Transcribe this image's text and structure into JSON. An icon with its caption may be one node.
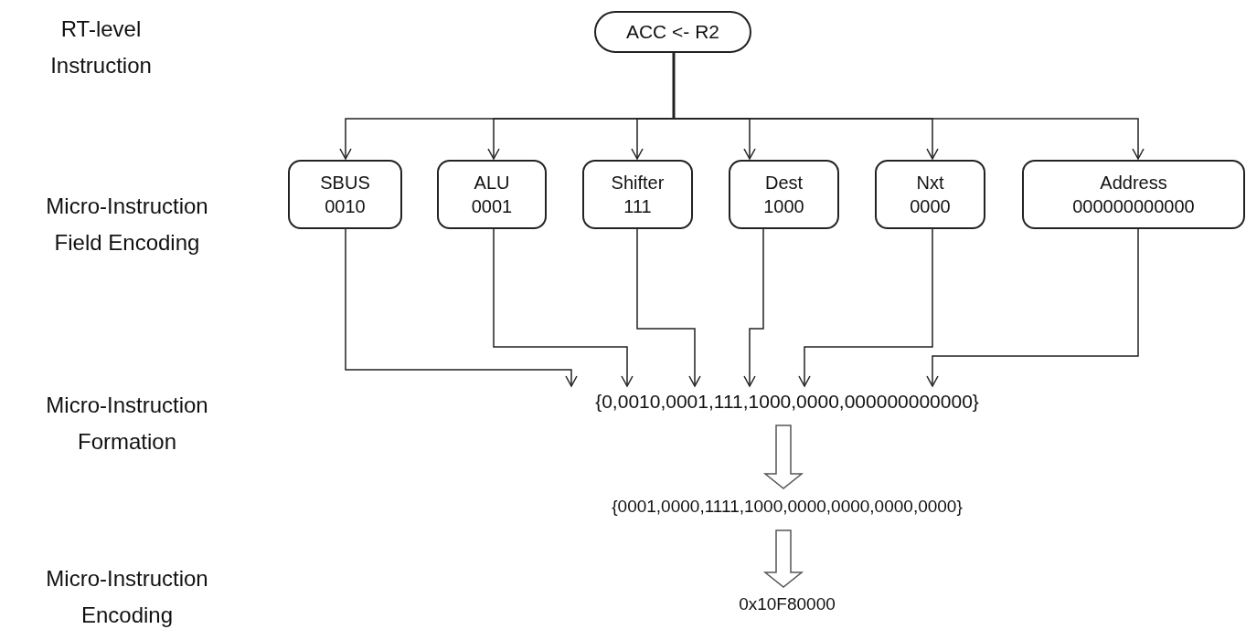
{
  "diagram": {
    "nodes": [
      {
        "text": [
          "ACC <- R2"
        ]
      },
      {
        "text": [
          "SBUS",
          "0010"
        ]
      },
      {
        "text": [
          "ALU",
          "0001"
        ]
      },
      {
        "text": [
          "Shifter",
          "111"
        ]
      },
      {
        "text": [
          "Dest",
          "1000"
        ]
      },
      {
        "text": [
          "Nxt",
          "0000"
        ]
      },
      {
        "text": [
          "Address",
          "000000000000"
        ]
      },
      {
        "text": [
          "{0,0010,0001,111,1000,0000,000000000000}"
        ]
      },
      {
        "text": [
          "{0001,0000,1111,1000,0000,0000,0000,0000}"
        ]
      },
      {
        "text": [
          "0x10F80000"
        ]
      }
    ],
    "edges": [
      {
        "from": 0,
        "to": 1,
        "arrow": "to"
      },
      {
        "from": 0,
        "to": 2,
        "arrow": "to"
      },
      {
        "from": 0,
        "to": 3,
        "arrow": "to"
      },
      {
        "from": 0,
        "to": 4,
        "arrow": "to"
      },
      {
        "from": 0,
        "to": 5,
        "arrow": "to"
      },
      {
        "from": 0,
        "to": 6,
        "arrow": "to"
      },
      {
        "from": 1,
        "to": 7,
        "arrow": "to"
      },
      {
        "from": 2,
        "to": 7,
        "arrow": "to"
      },
      {
        "from": 3,
        "to": 7,
        "arrow": "to"
      },
      {
        "from": 4,
        "to": 7,
        "arrow": "to"
      },
      {
        "from": 5,
        "to": 7,
        "arrow": "to"
      },
      {
        "from": 6,
        "to": 7,
        "arrow": "to"
      },
      {
        "from": 7,
        "to": 8,
        "arrow": "to"
      },
      {
        "from": 8,
        "to": 9,
        "arrow": "to"
      }
    ],
    "labels": [
      "RT-level Instruction",
      "Micro-Instruction Field Encoding",
      "Micro-Instruction Formation",
      "Micro-Instruction Encoding"
    ]
  }
}
